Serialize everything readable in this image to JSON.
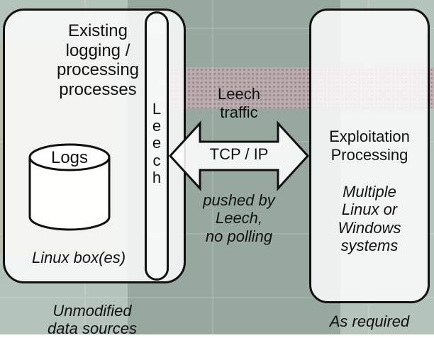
{
  "left_box": {
    "title": "Existing\nlogging /\nprocessing\nprocesses",
    "logs_label": "Logs",
    "footer": "Linux box(es)"
  },
  "leech_bar": {
    "label": "L\ne\ne\nc\nh"
  },
  "arrow": {
    "top_label": "Leech\ntraffic",
    "inner_label": "TCP / IP",
    "bottom_label": "pushed by\nLeech,\nno polling"
  },
  "right_box": {
    "title": "Exploitation\nProcessing",
    "subtitle": "Multiple\nLinux or\nWindows\nsystems"
  },
  "captions": {
    "left": "Unmodified\ndata sources",
    "right": "As required"
  },
  "colors": {
    "board_dark": "#2f4a3c",
    "board_mid": "#6f8f7a",
    "overlay": "#ffffff"
  }
}
